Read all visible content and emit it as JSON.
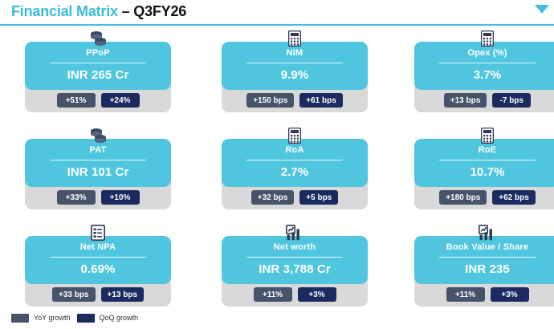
{
  "header": {
    "title_main": "Financial Matrix",
    "title_dash": " – ",
    "title_period": "Q3FY26",
    "corner_icon": "triangle-arrow-icon",
    "accent_color": "#45BFDC"
  },
  "theme": {
    "panel_color": "#4FC6DE",
    "plate_color": "#D9D9D9",
    "yoy_badge_color": "#47536B",
    "qoq_badge_color": "#1B2B60",
    "value_text_color": "#FFFFFF"
  },
  "cards": [
    {
      "label": "PPoP",
      "value": "INR 265 Cr",
      "icon": "coins-icon",
      "yoy": "+51%",
      "qoq": "+24%"
    },
    {
      "label": "NIM",
      "value": "9.9%",
      "icon": "calculator-icon",
      "yoy": "+150 bps",
      "qoq": "+61 bps"
    },
    {
      "label": "Opex (%)",
      "value": "3.7%",
      "icon": "calculator-icon",
      "yoy": "+13 bps",
      "qoq": "-7 bps"
    },
    {
      "label": "PAT",
      "value": "INR 101 Cr",
      "icon": "coins-icon",
      "yoy": "+33%",
      "qoq": "+10%"
    },
    {
      "label": "RoA",
      "value": "2.7%",
      "icon": "calculator-icon",
      "yoy": "+32 bps",
      "qoq": "+5 bps"
    },
    {
      "label": "RoE",
      "value": "10.7%",
      "icon": "calculator-icon",
      "yoy": "+180 bps",
      "qoq": "+62 bps"
    },
    {
      "label": "Net NPA",
      "value": "0.69%",
      "icon": "clipboard-checklist-icon",
      "yoy": "+33 bps",
      "qoq": "+13 bps"
    },
    {
      "label": "Net worth",
      "value": "INR 3,788 Cr",
      "icon": "bar-chart-growth-icon",
      "yoy": "+11%",
      "qoq": "+3%"
    },
    {
      "label": "Book Value / Share",
      "value": "INR 235",
      "icon": "bar-chart-growth-icon",
      "yoy": "+11%",
      "qoq": "+3%"
    }
  ],
  "legend": {
    "items": [
      {
        "label": "YoY growth",
        "color": "#47536B"
      },
      {
        "label": "QoQ growth",
        "color": "#1B2B60"
      }
    ]
  }
}
